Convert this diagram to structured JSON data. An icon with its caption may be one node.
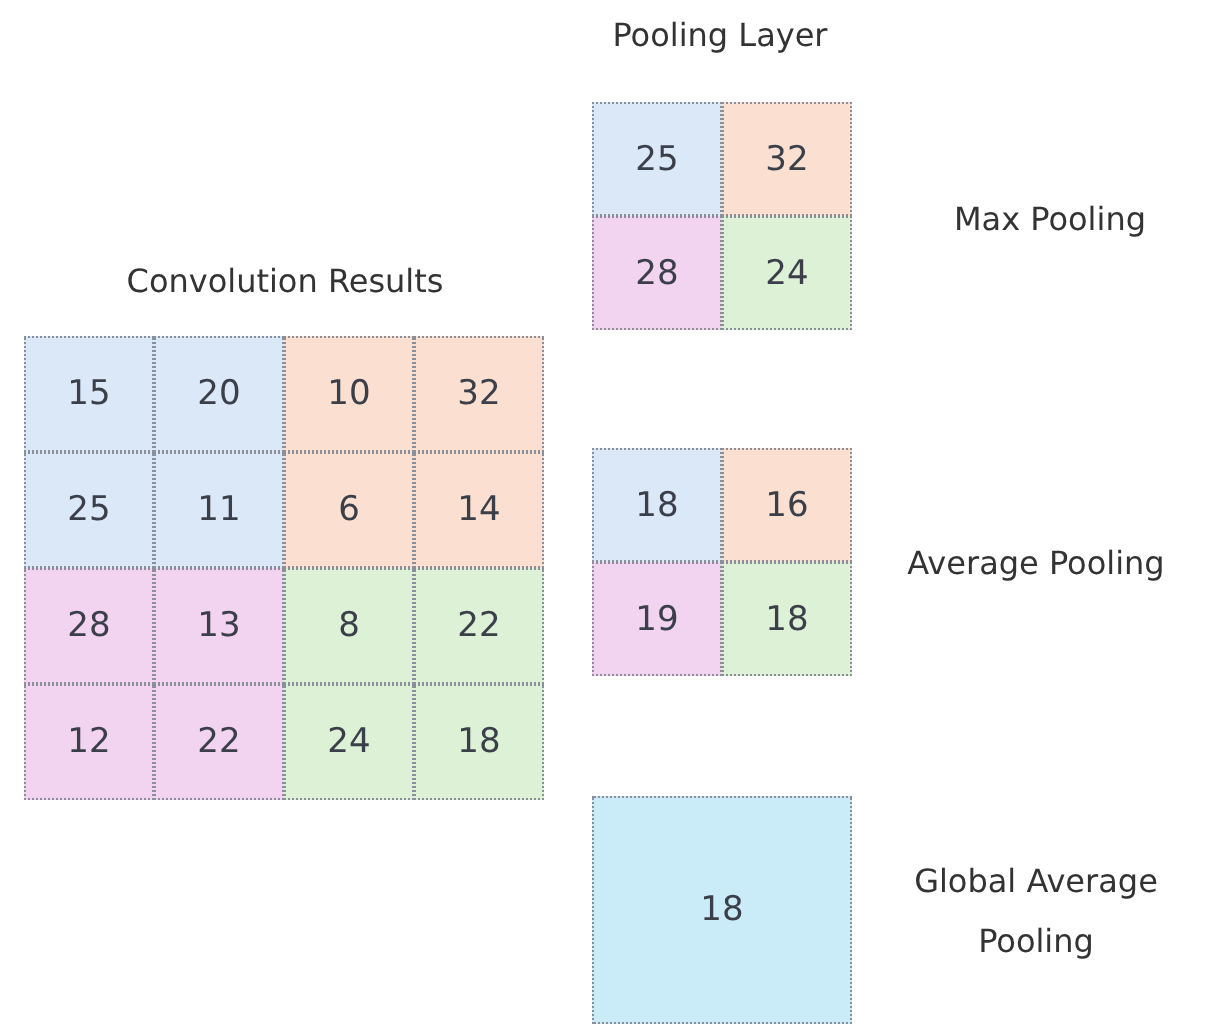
{
  "diagram": {
    "nodes": [
      {
        "text": [
          "15"
        ]
      },
      {
        "text": [
          "20"
        ]
      },
      {
        "text": [
          "10"
        ]
      },
      {
        "text": [
          "32"
        ]
      },
      {
        "text": [
          "25"
        ]
      },
      {
        "text": [
          "11"
        ]
      },
      {
        "text": [
          "6"
        ]
      },
      {
        "text": [
          "14"
        ]
      },
      {
        "text": [
          "28"
        ]
      },
      {
        "text": [
          "13"
        ]
      },
      {
        "text": [
          "8"
        ]
      },
      {
        "text": [
          "22"
        ]
      },
      {
        "text": [
          "12"
        ]
      },
      {
        "text": [
          "22"
        ]
      },
      {
        "text": [
          "24"
        ]
      },
      {
        "text": [
          "18"
        ]
      },
      {
        "text": [
          "25"
        ]
      },
      {
        "text": [
          "32"
        ]
      },
      {
        "text": [
          "28"
        ]
      },
      {
        "text": [
          "24"
        ]
      },
      {
        "text": [
          "18"
        ]
      },
      {
        "text": [
          "16"
        ]
      },
      {
        "text": [
          "19"
        ]
      },
      {
        "text": [
          "18"
        ]
      },
      {
        "text": [
          "18"
        ]
      }
    ],
    "labels": [
      "Pooling Layer",
      "Max Pooling",
      "Convolution Results",
      "Average Pooling",
      "Global Average Pooling"
    ]
  }
}
